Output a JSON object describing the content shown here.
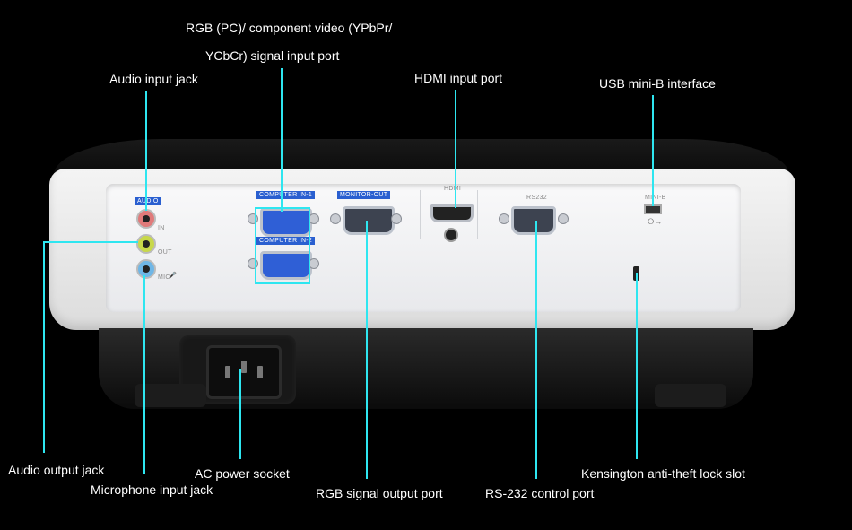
{
  "callouts": {
    "rgb_component_line1": "RGB (PC)/ component video (YPbPr/",
    "rgb_component_line2": "YCbCr) signal input port",
    "audio_input": "Audio input jack",
    "hdmi_input": "HDMI input port",
    "usb_mini_b": "USB mini-B interface",
    "audio_output": "Audio output jack",
    "microphone_input": "Microphone input jack",
    "ac_power": "AC power socket",
    "rgb_output": "RGB signal output port",
    "rs232": "RS-232 control port",
    "kensington": "Kensington anti-theft lock slot"
  },
  "panel_labels": {
    "audio": "AUDIO",
    "in": "IN",
    "out": "OUT",
    "mic": "MIC",
    "computer_in_1": "COMPUTER IN-1",
    "computer_in_2": "COMPUTER IN-2",
    "monitor_out": "MONITOR-OUT",
    "hdmi": "HDMI",
    "rs232": "RS232",
    "mini_b": "MINI-B"
  },
  "colors": {
    "background": "#000000",
    "leader_line": "#2ee6f0",
    "callout_text": "#ffffff",
    "audio_in_jack": "#e07a7a",
    "audio_out_jack": "#c8d84a",
    "mic_jack": "#6fb6e6",
    "port_tag": "#2a5fd0"
  },
  "icons": [
    "usb-icon",
    "microphone-icon"
  ]
}
